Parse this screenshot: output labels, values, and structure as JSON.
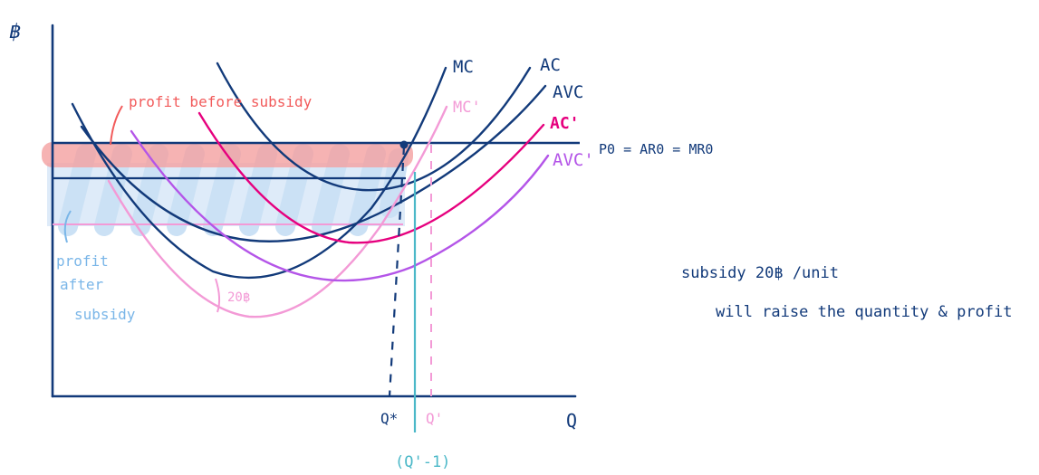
{
  "axes": {
    "y_label": "฿",
    "x_label": "Q"
  },
  "curves": {
    "mc": {
      "label": "MC",
      "color": "#123a7a"
    },
    "ac": {
      "label": "AC",
      "color": "#123a7a"
    },
    "avc": {
      "label": "AVC",
      "color": "#123a7a"
    },
    "mc1": {
      "label": "MC'",
      "color": "#f39ad6"
    },
    "ac1": {
      "label": "AC'",
      "color": "#e6007e"
    },
    "avc1": {
      "label": "AVC'",
      "color": "#b455e8"
    }
  },
  "price_line": {
    "label": "P0 = AR0 = MR0",
    "color": "#123a7a"
  },
  "annotations": {
    "profit_before": "profit before subsidy",
    "profit_after_1": "profit",
    "profit_after_2": "after",
    "profit_after_3": "subsidy",
    "subsidy_amount": "20฿"
  },
  "quantity_labels": {
    "q_star": "Q*",
    "q_prime": "Q'",
    "q_prime_minus_1": "(Q'-1)"
  },
  "note": {
    "line1": "subsidy 20฿ /unit",
    "line2": "will raise the quantity & profit"
  },
  "colors": {
    "navy": "#123a7a",
    "pink": "#f39ad6",
    "magenta": "#e6007e",
    "purple": "#b455e8",
    "red_label": "#f25b5b",
    "red_band": "#f6a3a3",
    "blue_band": "#cfe3f7",
    "blue_label": "#7ab6e8",
    "teal": "#4bb8c8"
  }
}
